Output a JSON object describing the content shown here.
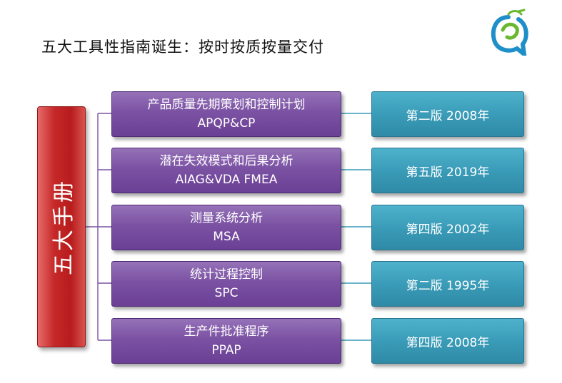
{
  "title": "五大工具性指南诞生：按时按质按量交付",
  "root": "五大手册",
  "tools": [
    {
      "name": "产品质量先期策划和控制计划",
      "abbr": "APQP&CP",
      "edition": "第二版 2008年"
    },
    {
      "name": "潜在失效模式和后果分析",
      "abbr": "AIAG&VDA FMEA",
      "edition": "第五版 2019年"
    },
    {
      "name": "测量系统分析",
      "abbr": "MSA",
      "edition": "第四版 2002年"
    },
    {
      "name": "统计过程控制",
      "abbr": "SPC",
      "edition": "第二版 1995年"
    },
    {
      "name": "生产件批准程序",
      "abbr": "PPAP",
      "edition": "第四版 2008年"
    }
  ],
  "colors": {
    "root": "#c62828",
    "tool": "#7b52a3",
    "edition": "#3a9cb8",
    "connector": "#7b52a3"
  }
}
